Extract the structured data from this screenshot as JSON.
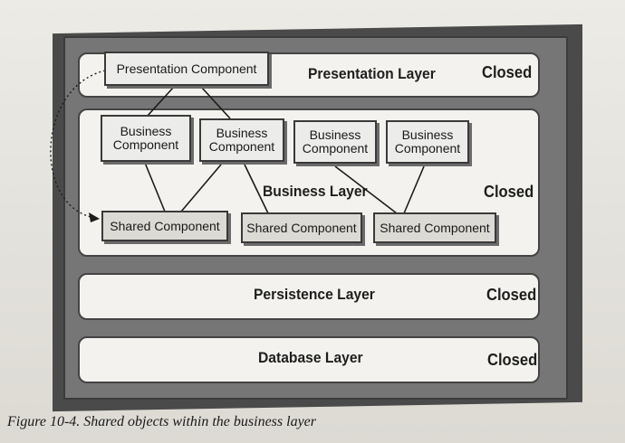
{
  "layers": {
    "presentation": {
      "title": "Presentation Layer",
      "status": "Closed"
    },
    "business": {
      "title": "Business Layer",
      "status": "Closed"
    },
    "persistence": {
      "title": "Persistence Layer",
      "status": "Closed"
    },
    "database": {
      "title": "Database Layer",
      "status": "Closed"
    }
  },
  "components": {
    "presentation": "Presentation Component",
    "business": [
      "Business\nComponent",
      "Business\nComponent",
      "Business\nComponent",
      "Business\nComponent"
    ],
    "shared": [
      "Shared Component",
      "Shared Component",
      "Shared Component"
    ]
  },
  "caption": "Figure 10-4. Shared objects within the business layer"
}
